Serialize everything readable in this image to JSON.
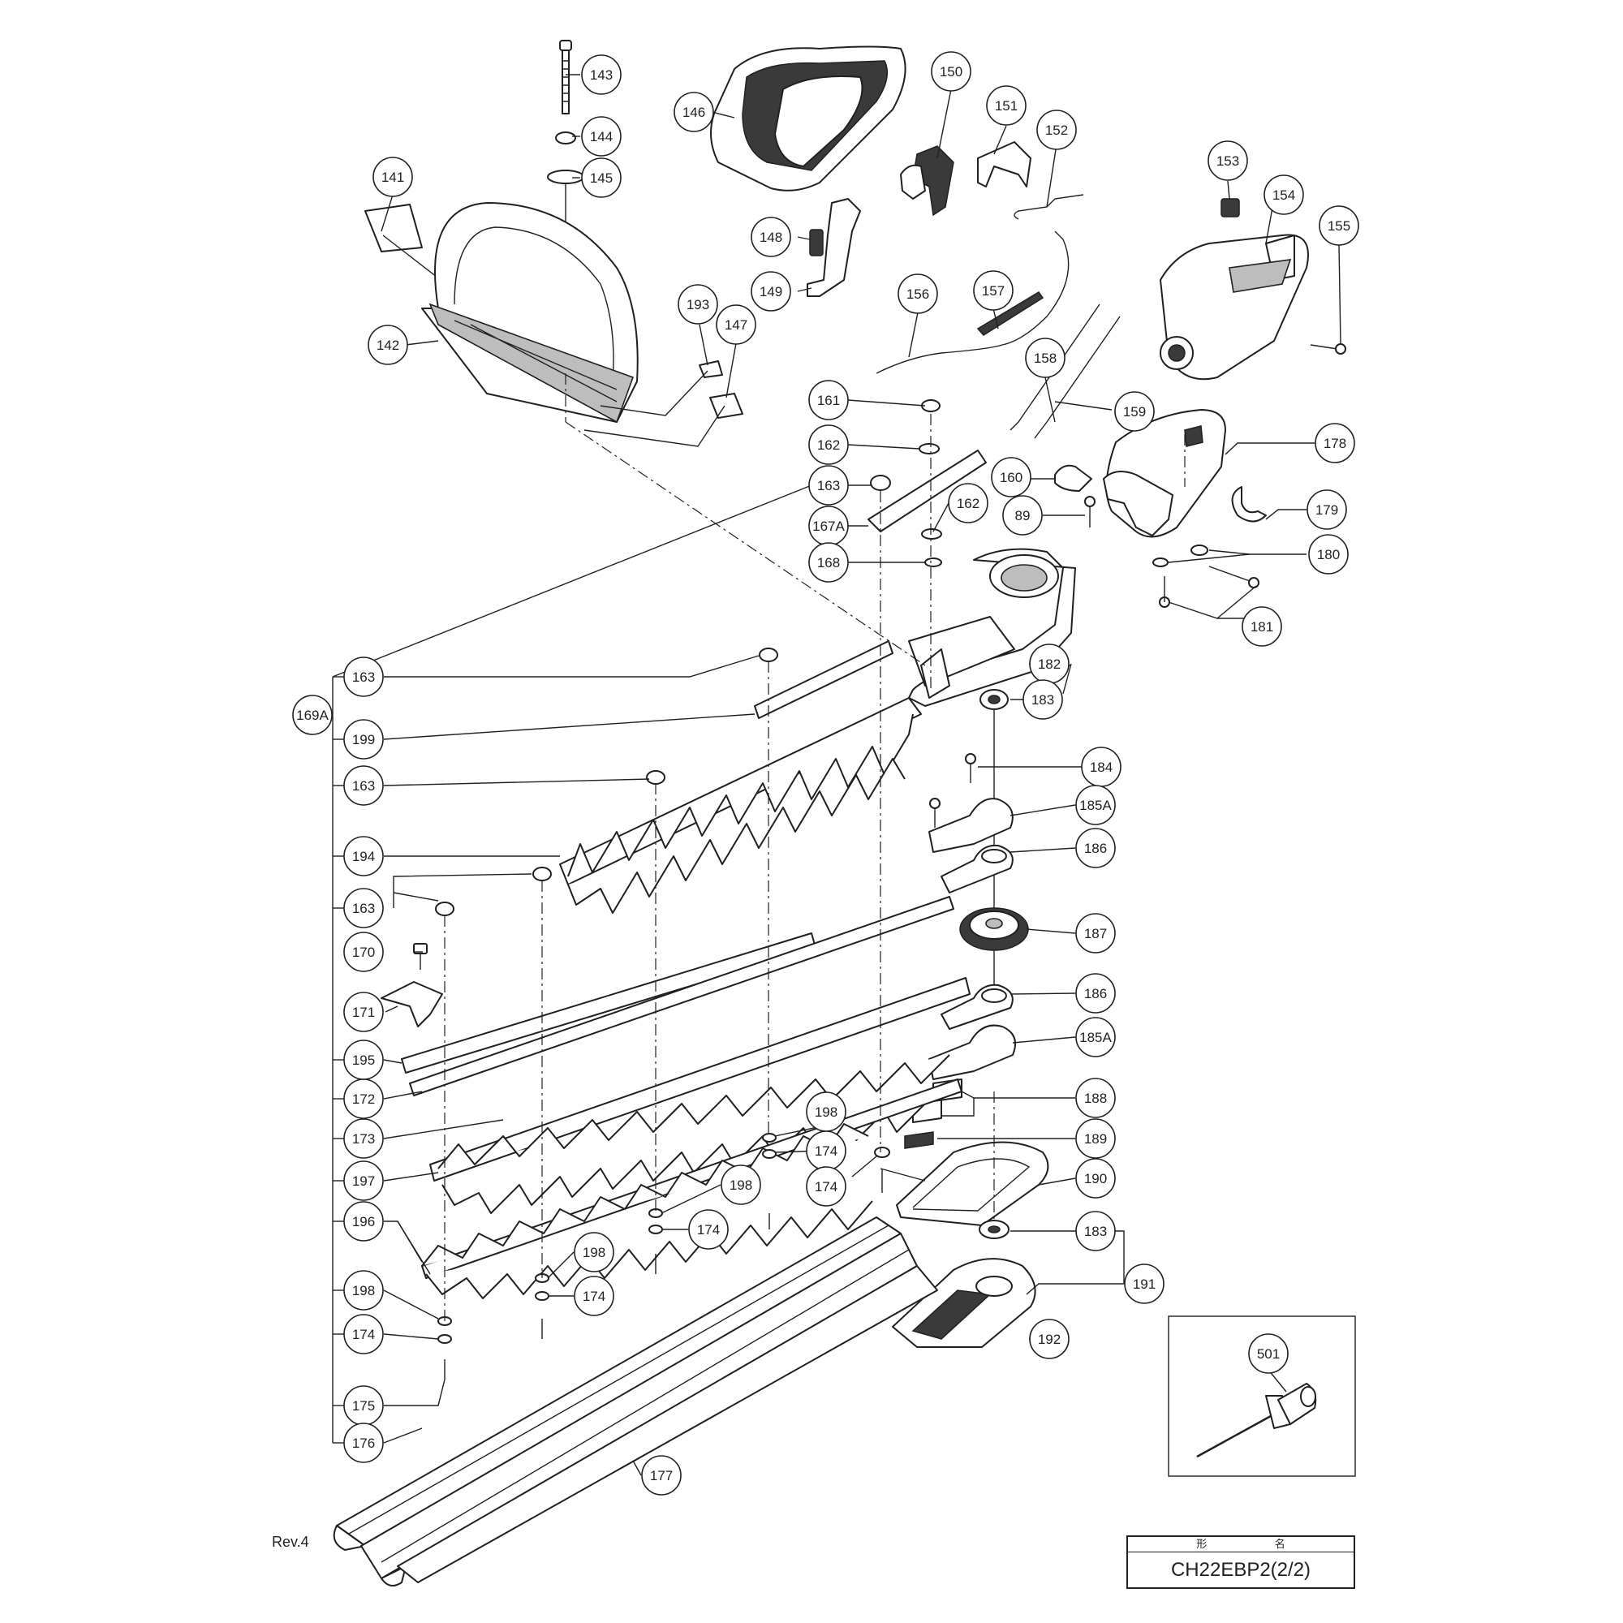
{
  "revision": "Rev.4",
  "title_block": {
    "header": "形 名",
    "model": "CH22EBP2(2/2)"
  },
  "callouts": [
    {
      "label": "143"
    },
    {
      "label": "144"
    },
    {
      "label": "145"
    },
    {
      "label": "141"
    },
    {
      "label": "142"
    },
    {
      "label": "146"
    },
    {
      "label": "150"
    },
    {
      "label": "151"
    },
    {
      "label": "152"
    },
    {
      "label": "148"
    },
    {
      "label": "149"
    },
    {
      "label": "193"
    },
    {
      "label": "147"
    },
    {
      "label": "153"
    },
    {
      "label": "154"
    },
    {
      "label": "155"
    },
    {
      "label": "156"
    },
    {
      "label": "157"
    },
    {
      "label": "158"
    },
    {
      "label": "159"
    },
    {
      "label": "161"
    },
    {
      "label": "162"
    },
    {
      "label": "163"
    },
    {
      "label": "162"
    },
    {
      "label": "167A"
    },
    {
      "label": "160"
    },
    {
      "label": "89"
    },
    {
      "label": "178"
    },
    {
      "label": "179"
    },
    {
      "label": "180"
    },
    {
      "label": "168"
    },
    {
      "label": "181"
    },
    {
      "label": "182"
    },
    {
      "label": "183"
    },
    {
      "label": "169A"
    },
    {
      "label": "163"
    },
    {
      "label": "199"
    },
    {
      "label": "163"
    },
    {
      "label": "184"
    },
    {
      "label": "185A"
    },
    {
      "label": "194"
    },
    {
      "label": "186"
    },
    {
      "label": "163"
    },
    {
      "label": "187"
    },
    {
      "label": "170"
    },
    {
      "label": "171"
    },
    {
      "label": "186"
    },
    {
      "label": "195"
    },
    {
      "label": "185A"
    },
    {
      "label": "172"
    },
    {
      "label": "188"
    },
    {
      "label": "173"
    },
    {
      "label": "189"
    },
    {
      "label": "198"
    },
    {
      "label": "174"
    },
    {
      "label": "197"
    },
    {
      "label": "174"
    },
    {
      "label": "190"
    },
    {
      "label": "198"
    },
    {
      "label": "196"
    },
    {
      "label": "174"
    },
    {
      "label": "183"
    },
    {
      "label": "198"
    },
    {
      "label": "191"
    },
    {
      "label": "198"
    },
    {
      "label": "174"
    },
    {
      "label": "174"
    },
    {
      "label": "192"
    },
    {
      "label": "501"
    },
    {
      "label": "175"
    },
    {
      "label": "176"
    },
    {
      "label": "177"
    }
  ]
}
